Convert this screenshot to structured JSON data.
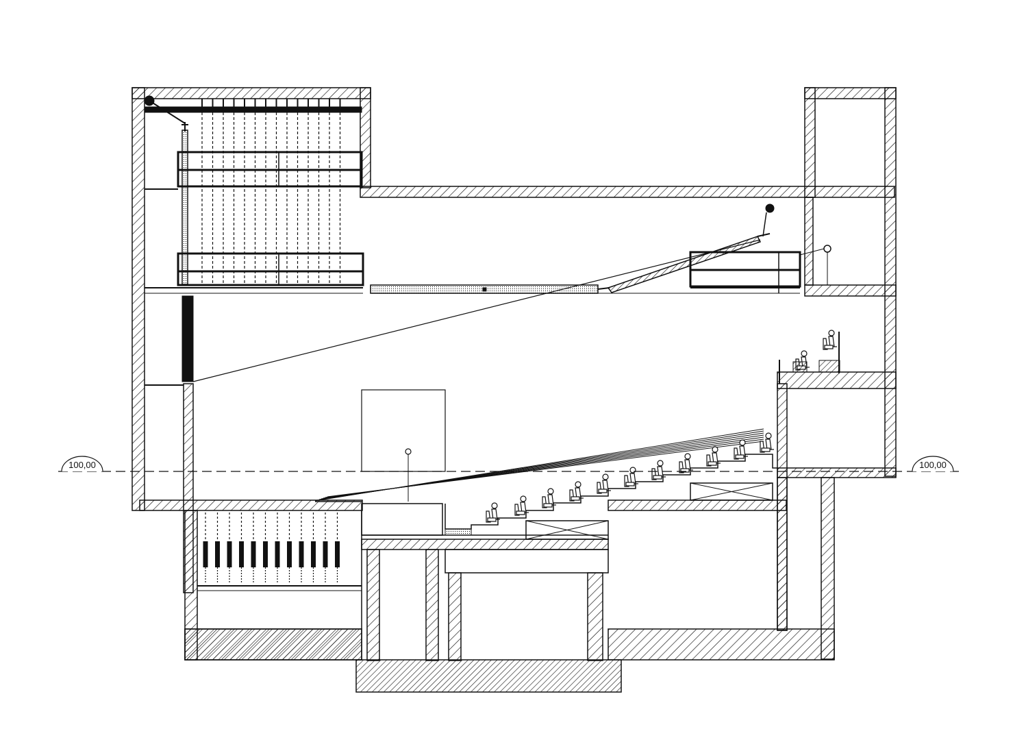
{
  "drawing": {
    "kind": "architectural-section",
    "ink_color": "#111111",
    "paper_color": "#ffffff",
    "hatch_color": "#111111",
    "level_markers": {
      "left": "100,00",
      "right": "100,00"
    }
  }
}
